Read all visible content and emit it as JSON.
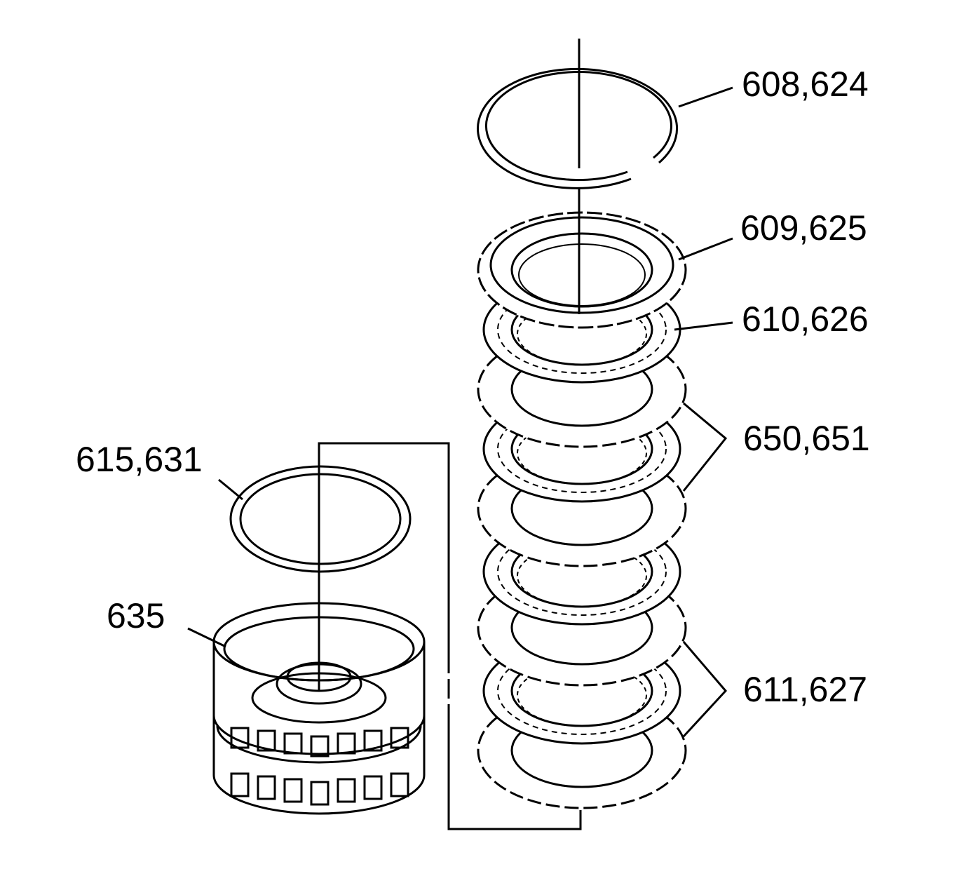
{
  "labels": {
    "snap_ring_top": "608,624",
    "pressure_plate": "609,625",
    "friction_plate_top": "610,626",
    "plates_middle": "650,651",
    "plates_bottom": "611,627",
    "ring_left": "615,631",
    "drum": "635"
  },
  "colors": {
    "line": "#000000",
    "background": "#ffffff"
  }
}
